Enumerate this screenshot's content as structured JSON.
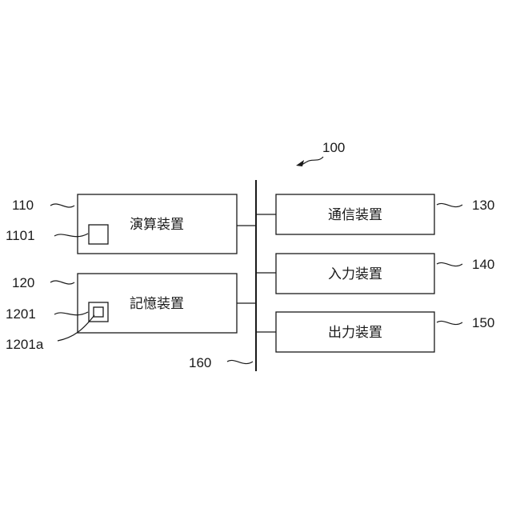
{
  "figure": {
    "system_ref": "100",
    "bus_ref": "160",
    "units": {
      "compute": {
        "label": "演算装置",
        "ref": "110",
        "sub_ref": "1101"
      },
      "memory": {
        "label": "記憶装置",
        "ref": "120",
        "sub_ref": "1201",
        "sub_sub_ref": "1201a"
      },
      "comm": {
        "label": "通信装置",
        "ref": "130"
      },
      "input": {
        "label": "入力装置",
        "ref": "140"
      },
      "output": {
        "label": "出力装置",
        "ref": "150"
      }
    }
  }
}
